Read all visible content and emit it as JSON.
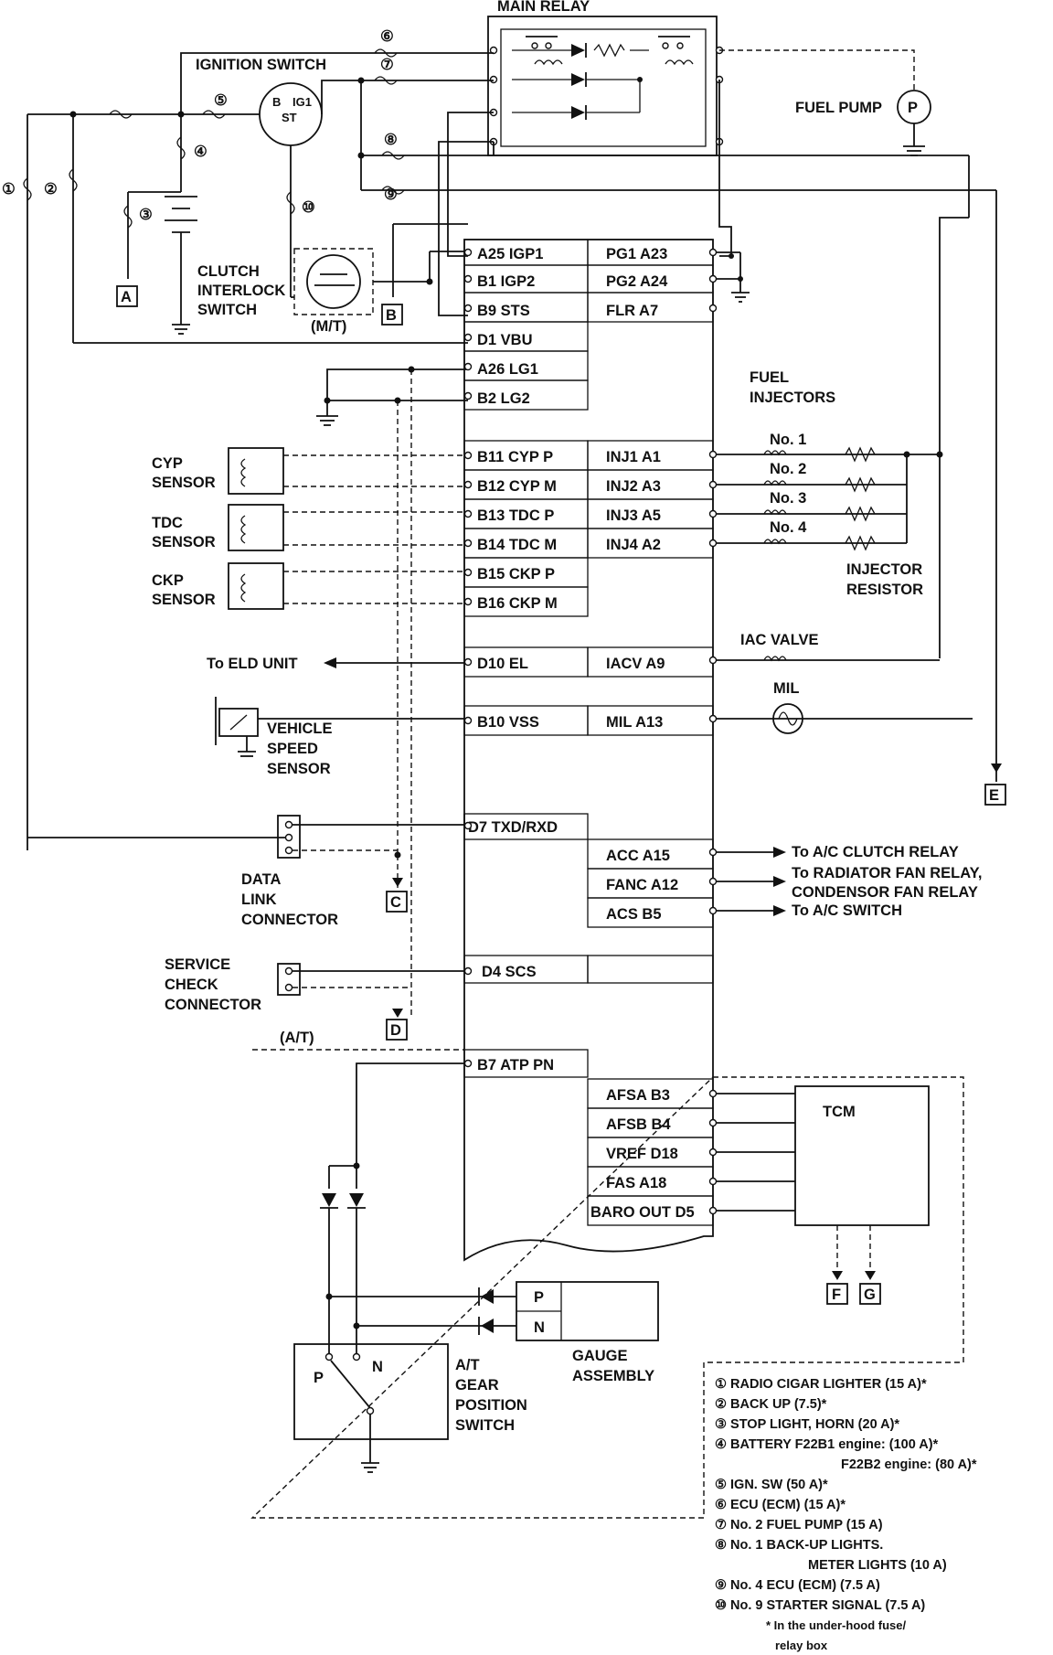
{
  "main_relay": {
    "title": "MAIN RELAY"
  },
  "ignition": {
    "title": "IGNITION SWITCH",
    "term_b": "B",
    "term_ig1": "IG1",
    "term_st": "ST"
  },
  "fuel_pump": {
    "label": "FUEL PUMP",
    "symbol": "P"
  },
  "clutch": {
    "line1": "CLUTCH",
    "line2": "INTERLOCK",
    "line3": "SWITCH",
    "mt": "(M/T)"
  },
  "circled_refs": [
    "①",
    "②",
    "③",
    "④",
    "⑤",
    "⑥",
    "⑦",
    "⑧",
    "⑨",
    "⑩"
  ],
  "connectors": {
    "a": "A",
    "b": "B",
    "c": "C",
    "d": "D",
    "e": "E",
    "f": "F",
    "g": "G"
  },
  "ecm_left_pins": [
    "A25 IGP1",
    "B1 IGP2",
    "B9 STS",
    "D1 VBU",
    "A26 LG1",
    "B2 LG2",
    "B11 CYP P",
    "B12 CYP M",
    "B13 TDC P",
    "B14 TDC M",
    "B15 CKP P",
    "B16 CKP M",
    "D10 EL",
    "B10 VSS",
    "D7  TXD/RXD",
    "D4 SCS",
    "B7 ATP PN"
  ],
  "ecm_right_pins": [
    "PG1 A23",
    "PG2 A24",
    "FLR A7",
    "INJ1 A1",
    "INJ2 A3",
    "INJ3 A5",
    "INJ4 A2",
    "IACV A9",
    "MIL A13",
    "ACC A15",
    "FANC A12",
    "ACS B5",
    "AFSA B3",
    "AFSB B4",
    "VREF D18",
    "FAS A18",
    "BARO OUT D5"
  ],
  "injectors": {
    "title1": "FUEL",
    "title2": "INJECTORS",
    "no1": "No. 1",
    "no2": "No. 2",
    "no3": "No. 3",
    "no4": "No. 4",
    "res1": "INJECTOR",
    "res2": "RESISTOR"
  },
  "sensors": {
    "cyp1": "CYP",
    "cyp2": "SENSOR",
    "tdc1": "TDC",
    "tdc2": "SENSOR",
    "ckp1": "CKP",
    "ckp2": "SENSOR",
    "vss1": "VEHICLE",
    "vss2": "SPEED",
    "vss3": "SENSOR"
  },
  "misc": {
    "eld": "To ELD UNIT",
    "iac": "IAC VALVE",
    "mil": "MIL",
    "dlc1": "DATA",
    "dlc2": "LINK",
    "dlc3": "CONNECTOR",
    "scs1": "SERVICE",
    "scs2": "CHECK",
    "scs3": "CONNECTOR",
    "at": "(A/T)",
    "tcm": "TCM",
    "to_ac_clutch": "To A/C CLUTCH RELAY",
    "to_rad1": "To RADIATOR FAN RELAY,",
    "to_rad2": "CONDENSOR FAN RELAY",
    "to_ac_switch": "To A/C SWITCH",
    "gauge1": "GAUGE",
    "gauge2": "ASSEMBLY",
    "gp": "P",
    "gn": "N",
    "sw_p": "P",
    "sw_n": "N",
    "atsw1": "A/T",
    "atsw2": "GEAR",
    "atsw3": "POSITION",
    "atsw4": "SWITCH"
  },
  "legend": [
    "① RADIO CIGAR LIGHTER (15 A)*",
    "② BACK UP (7.5)*",
    "③ STOP LIGHT, HORN (20 A)*",
    "④ BATTERY F22B1 engine: (100 A)*",
    "F22B2 engine: (80 A)*",
    "⑤ IGN. SW (50 A)*",
    "⑥ ECU (ECM) (15 A)*",
    "⑦ No. 2 FUEL PUMP (15 A)",
    "⑧ No. 1 BACK-UP LIGHTS.",
    "METER LIGHTS (10 A)",
    "⑨ No. 4 ECU (ECM) (7.5 A)",
    "⑩ No. 9 STARTER SIGNAL (7.5 A)",
    "* In the under-hood fuse/",
    "relay box"
  ]
}
